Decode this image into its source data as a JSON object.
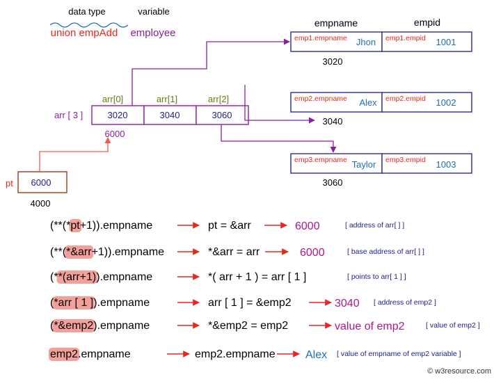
{
  "legend": {
    "data_type_label": "data type",
    "variable_label": "variable",
    "data_type_value": "union empAdd",
    "variable_value": "employee"
  },
  "headers": {
    "empname": "empname",
    "empid": "empid"
  },
  "employees": [
    {
      "name_label": "emp1.empname",
      "name_value": "Jhon",
      "id_label": "emp1.empid",
      "id_value": "1001",
      "address": "3020"
    },
    {
      "name_label": "emp2.empname",
      "name_value": "Alex",
      "id_label": "emp2.empid",
      "id_value": "1002",
      "address": "3040"
    },
    {
      "name_label": "emp3.empname",
      "name_value": "Taylor",
      "id_label": "emp3.empid",
      "id_value": "1003",
      "address": "3060"
    }
  ],
  "array": {
    "name": "arr [ 3 ]",
    "indices": [
      "arr[0]",
      "arr[1]",
      "arr[2]"
    ],
    "cells": [
      "3020",
      "3040",
      "3060"
    ],
    "address": "6000"
  },
  "pointer": {
    "name": "pt",
    "value": "6000",
    "address": "4000"
  },
  "expressions": [
    {
      "pre": "(**(*",
      "hl": "pt",
      "post": "+1)).empname",
      "step": "pt = &arr",
      "result": "6000",
      "note": "[ address of arr[ ] ]"
    },
    {
      "pre": "(**(",
      "hl": "*&arr",
      "post": "+1)).empname",
      "step": "*&arr = arr",
      "result": "6000",
      "note": "[ base address of arr[ ] ]"
    },
    {
      "pre": "(*",
      "hl": "*(arr+1)",
      "post": ").empname",
      "step": "*( arr + 1 ) = arr [ 1 ]",
      "result": "",
      "note": "[ points to arr[ 1 ] ]"
    },
    {
      "pre": "(",
      "hl": "*arr [ 1 ]",
      "post": ").empname",
      "step": "arr [ 1 ] = &emp2",
      "result": "3040",
      "note": "[ address of emp2 ]"
    },
    {
      "pre": "(",
      "hl": "*&emp2",
      "post": ").empname",
      "step": "*&emp2 = emp2",
      "result": "value of emp2",
      "note": "[ value of emp2 ]"
    },
    {
      "pre": "",
      "hl": "emp2",
      "post": ".empname",
      "step": "emp2.empname",
      "result": "Alex",
      "note": "[ value of empname of emp2 variable ]"
    }
  ],
  "watermark": "© w3resource.com",
  "colors": {
    "red": "#e8281e",
    "purple": "#8b1fa0",
    "blue": "#1a6fb5",
    "navy": "#1d1d8f",
    "olive": "#6b7a10",
    "brown": "#a13a1a",
    "highlight": "#f3a09a",
    "magenta": "#b0158f"
  }
}
